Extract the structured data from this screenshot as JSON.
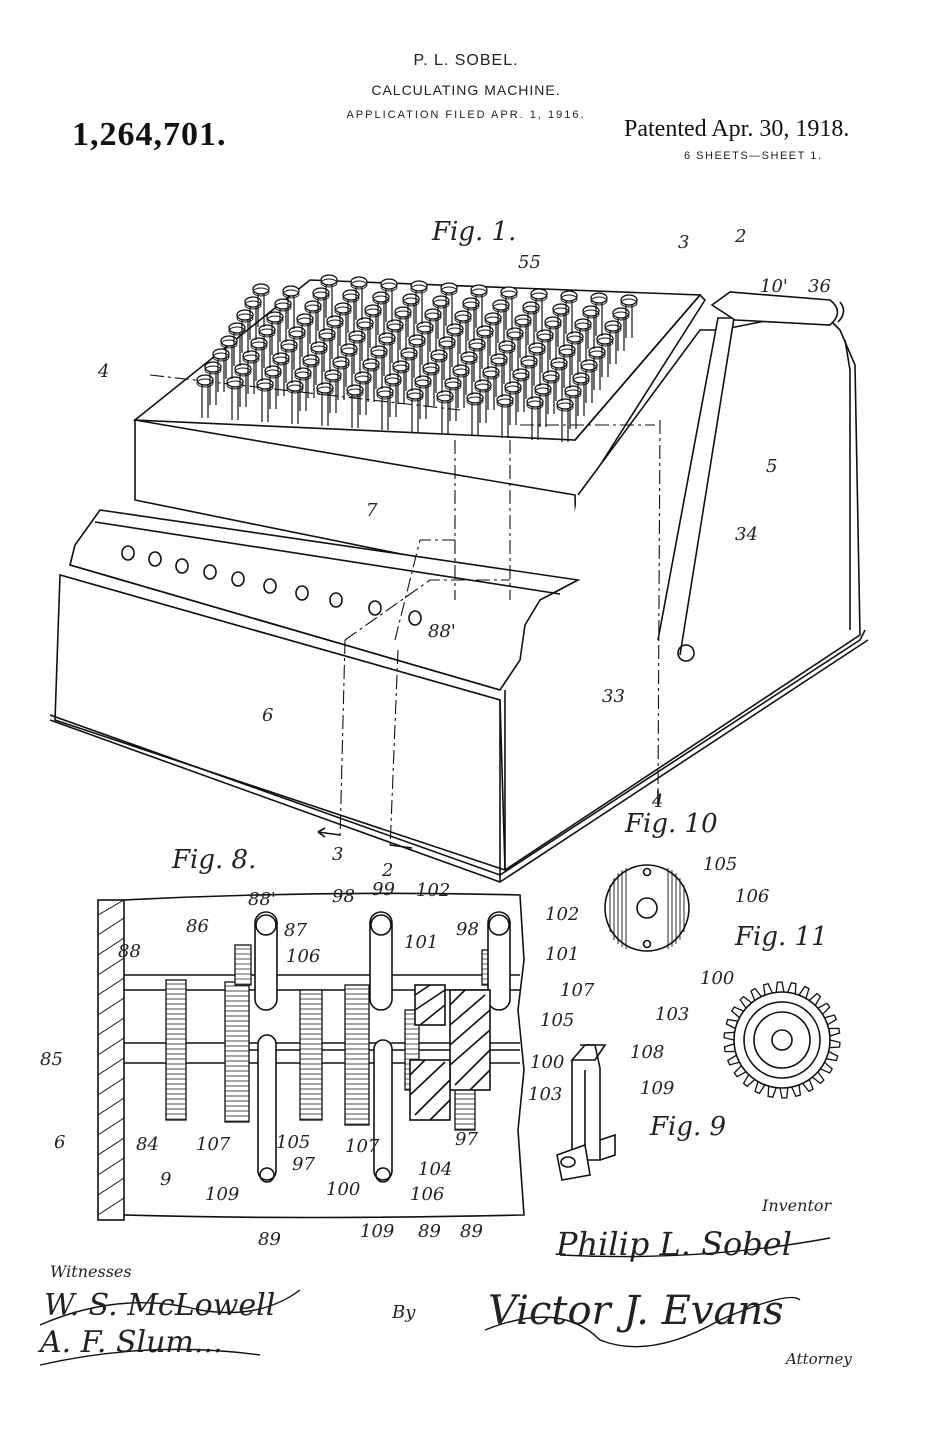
{
  "header": {
    "inventor": "P. L. SOBEL.",
    "title": "CALCULATING MACHINE.",
    "filed": "APPLICATION FILED APR. 1, 1916.",
    "patent_number": "1,264,701.",
    "patented": "Patented Apr. 30, 1918.",
    "sheets": "6 SHEETS—SHEET 1."
  },
  "figures": {
    "fig1": "Fig. 1.",
    "fig8": "Fig. 8.",
    "fig9": "Fig. 9",
    "fig10": "Fig. 10",
    "fig11": "Fig. 11"
  },
  "fig1_labels": [
    "55",
    "3",
    "2",
    "10'",
    "36",
    "4",
    "5",
    "7",
    "34",
    "88'",
    "6",
    "33",
    "4",
    "3",
    "2"
  ],
  "fig8_labels": [
    "88'",
    "86",
    "87",
    "98",
    "99",
    "102",
    "98",
    "102",
    "88",
    "106",
    "101",
    "101",
    "107",
    "105",
    "100",
    "103",
    "85",
    "6",
    "84",
    "107",
    "105",
    "97",
    "107",
    "104",
    "97",
    "9",
    "109",
    "100",
    "106",
    "109",
    "89",
    "89",
    "89"
  ],
  "fig9_labels": [
    "108",
    "109"
  ],
  "fig10_labels": [
    "105",
    "106"
  ],
  "fig11_labels": [
    "100",
    "103"
  ],
  "signatures": {
    "inventor_label": "Inventor",
    "inventor_name": "Philip L. Sobel",
    "witnesses_label": "Witnesses",
    "witness1": "W. S. McLowell",
    "witness2": "A. F. Slum...",
    "by_label": "By",
    "attorney_name": "Victor J. Evans",
    "attorney_label": "Attorney"
  }
}
